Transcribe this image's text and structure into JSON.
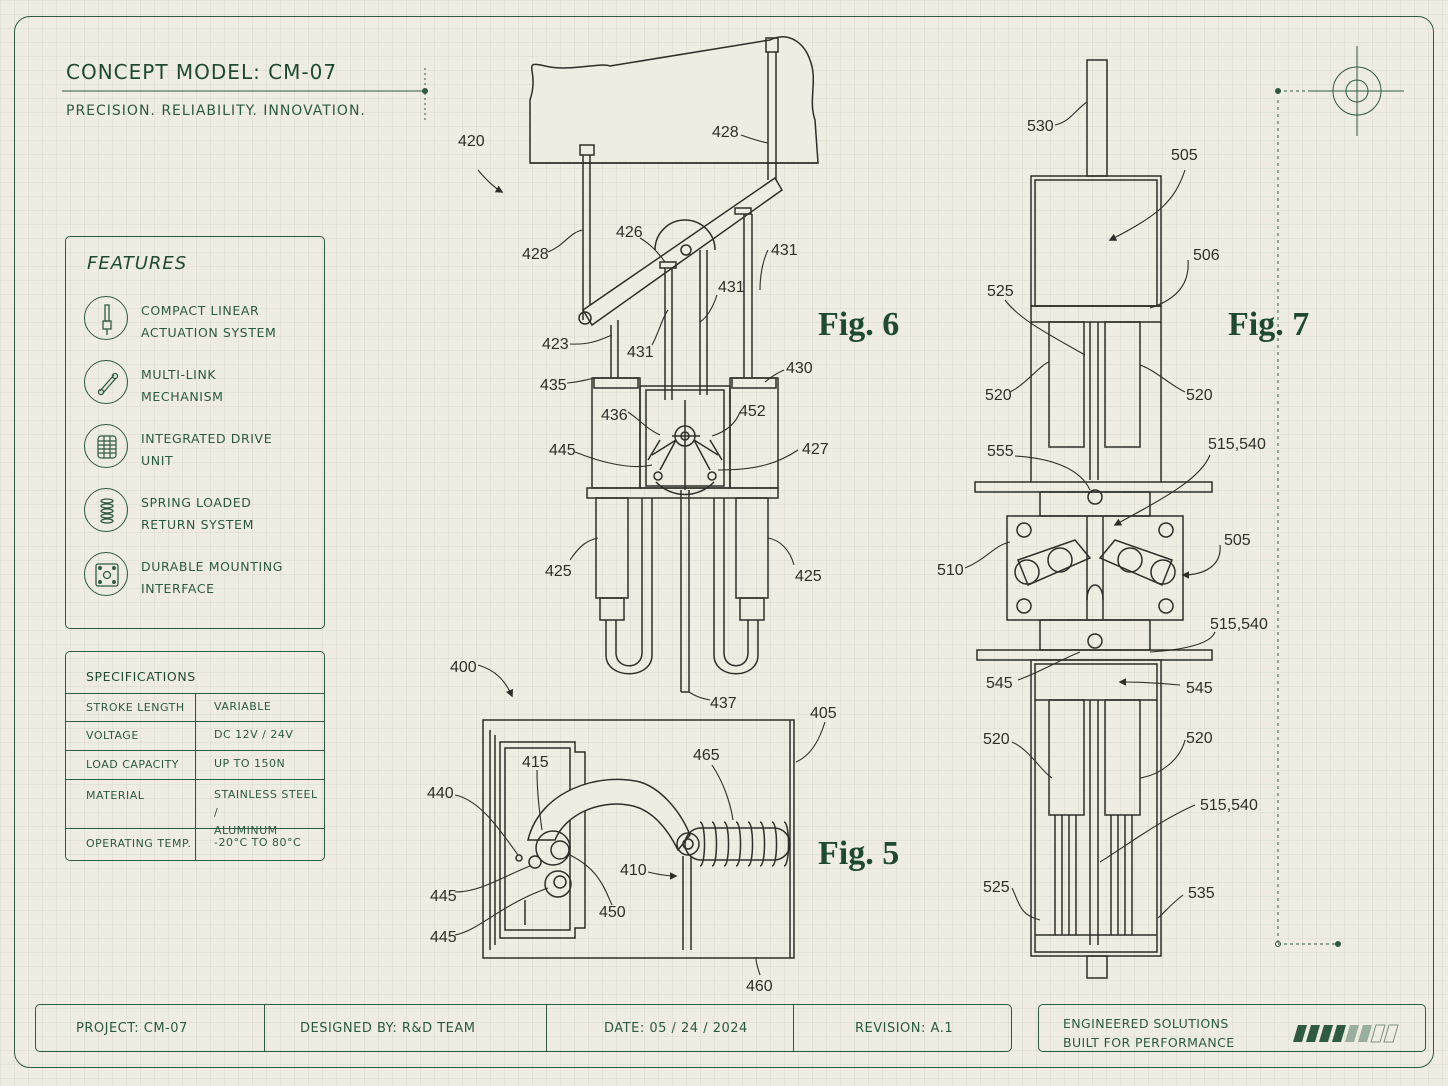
{
  "header": {
    "title": "CONCEPT MODEL: CM-07",
    "tagline": "PRECISION. RELIABILITY. INNOVATION."
  },
  "features": {
    "heading": "FEATURES",
    "items": [
      {
        "line1": "COMPACT LINEAR",
        "line2": "ACTUATION SYSTEM",
        "icon": "actuator-icon"
      },
      {
        "line1": "MULTI-LINK",
        "line2": "MECHANISM",
        "icon": "link-icon"
      },
      {
        "line1": "INTEGRATED DRIVE",
        "line2": "UNIT",
        "icon": "drive-unit-icon"
      },
      {
        "line1": "SPRING LOADED",
        "line2": "RETURN SYSTEM",
        "icon": "spring-icon"
      },
      {
        "line1": "DURABLE MOUNTING",
        "line2": "INTERFACE",
        "icon": "mounting-plate-icon"
      }
    ]
  },
  "specifications": {
    "heading": "SPECIFICATIONS",
    "rows": [
      {
        "key": "STROKE LENGTH",
        "value": "VARIABLE",
        "value2": ""
      },
      {
        "key": "VOLTAGE",
        "value": "DC 12V / 24V",
        "value2": ""
      },
      {
        "key": "LOAD CAPACITY",
        "value": "UP TO 150N",
        "value2": ""
      },
      {
        "key": "MATERIAL",
        "value": "STAINLESS STEEL /",
        "value2": "ALUMINUM"
      },
      {
        "key": "OPERATING TEMP.",
        "value": "-20°C TO 80°C",
        "value2": ""
      }
    ]
  },
  "title_block": {
    "project": "PROJECT:  CM-07",
    "designed_by": "DESIGNED BY:  R&D TEAM",
    "date": "DATE:  05 / 24 / 2024",
    "revision": "REVISION:  A.1"
  },
  "slogan": {
    "line1": "ENGINEERED SOLUTIONS",
    "line2": "BUILT FOR PERFORMANCE",
    "meter_filled": 4,
    "meter_total": 8
  },
  "figures": {
    "fig5": "Fig. 5",
    "fig6": "Fig. 6",
    "fig7": "Fig. 7"
  },
  "callouts": {
    "fig6": {
      "c420": "420",
      "c428a": "428",
      "c428b": "428",
      "c426": "426",
      "c431a": "431",
      "c431b": "431",
      "c431c": "431",
      "c423": "423",
      "c435": "435",
      "c430": "430",
      "c436": "436",
      "c452": "452",
      "c445": "445",
      "c427": "427",
      "c425a": "425",
      "c425b": "425",
      "c437": "437"
    },
    "fig5": {
      "c400": "400",
      "c405": "405",
      "c415": "415",
      "c465": "465",
      "c440": "440",
      "c410": "410",
      "c445a": "445",
      "c445b": "445",
      "c450": "450",
      "c460": "460"
    },
    "fig7": {
      "c530": "530",
      "c505a": "505",
      "c506": "506",
      "c525a": "525",
      "c520a": "520",
      "c520b": "520",
      "c555": "555",
      "c515a": "515,540",
      "c510": "510",
      "c505b": "505",
      "c515b": "515,540",
      "c545a": "545",
      "c545b": "545",
      "c520c": "520",
      "c520d": "520",
      "c515c": "515,540",
      "c525b": "525",
      "c535": "535"
    }
  },
  "colors": {
    "ink": "#1f4a32",
    "paper": "#efece1",
    "line": "#2e2e2a"
  }
}
